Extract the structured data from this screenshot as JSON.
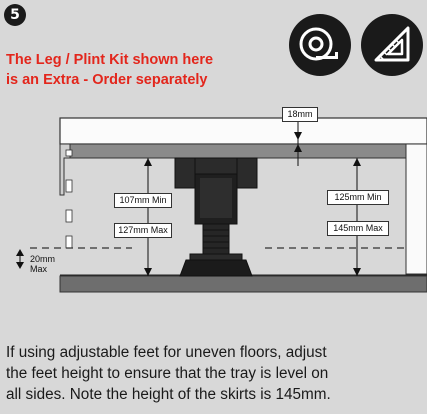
{
  "step": {
    "number": "5"
  },
  "notice": {
    "line1": "The Leg / Plint Kit shown here",
    "line2": "is an Extra - Order separately",
    "color": "#e3261c"
  },
  "icons": [
    "tape-measure-icon",
    "set-square-icon"
  ],
  "diagram": {
    "tray_thickness": "18mm",
    "leg_min": "107mm Min",
    "leg_max": "127mm Max",
    "skirt_min": "125mm Min",
    "skirt_max": "145mm Max",
    "adjust_line1": "20mm",
    "adjust_line2": "Max"
  },
  "instructions": {
    "line1": "If using adjustable feet for uneven floors, adjust",
    "line2": "the feet height to ensure that the tray is level on",
    "line3": "all sides. Note the height of the skirts is 145mm."
  }
}
